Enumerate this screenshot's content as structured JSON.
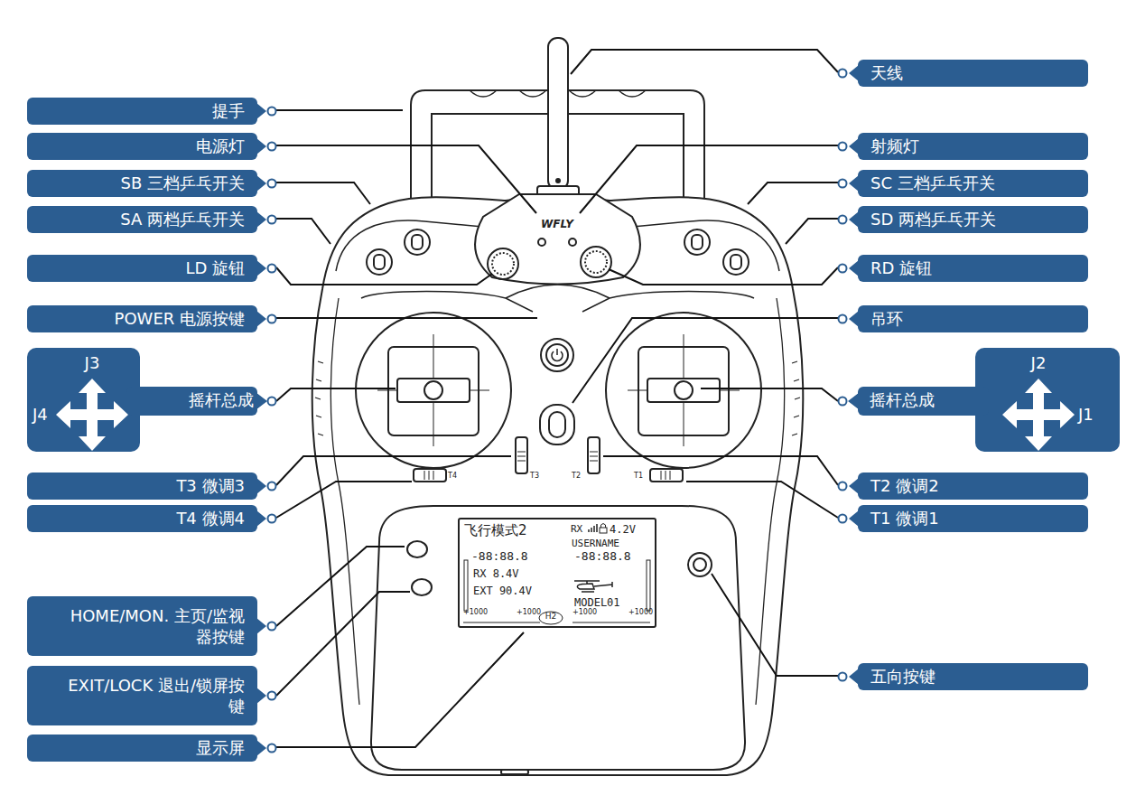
{
  "diagram": {
    "nodes": [
      {
        "text": [
          "天线"
        ]
      },
      {
        "text": [
          "提手"
        ]
      },
      {
        "text": [
          "电源灯"
        ]
      },
      {
        "text": [
          "射频灯"
        ]
      },
      {
        "text": [
          "SB 三档乒乓开关"
        ]
      },
      {
        "text": [
          "SC 三档乒乓开关"
        ]
      },
      {
        "text": [
          "SA 两档乒乓开关"
        ]
      },
      {
        "text": [
          "SD 两档乒乓开关"
        ]
      },
      {
        "text": [
          "LD 旋钮"
        ]
      },
      {
        "text": [
          "RD 旋钮"
        ]
      },
      {
        "text": [
          "POWER 电源按键"
        ]
      },
      {
        "text": [
          "吊环"
        ]
      },
      {
        "text": [
          "J3",
          "J4",
          "摇杆总成"
        ]
      },
      {
        "text": [
          "J2",
          "J1",
          "摇杆总成"
        ]
      },
      {
        "text": [
          "T3 微调3"
        ]
      },
      {
        "text": [
          "T2 微调2"
        ]
      },
      {
        "text": [
          "T4 微调4"
        ]
      },
      {
        "text": [
          "T1 微调1"
        ]
      },
      {
        "text": [
          "HOME/MON. 主页/监视器按键"
        ]
      },
      {
        "text": [
          "五向按键"
        ]
      },
      {
        "text": [
          "EXIT/LOCK 退出/锁屏按键"
        ]
      },
      {
        "text": [
          "显示屏"
        ]
      }
    ],
    "labels": [
      "WFLY",
      "T4",
      "T3",
      "T2",
      "T1",
      "飞行模式2",
      "RX",
      "4.2V",
      "USERNAME",
      "-88:88.8",
      "-88:88.8",
      "RX 8.4V",
      "EXT 90.4V",
      "MODEL01",
      "+1000",
      "+1000",
      "H2",
      "+1000",
      "+1000"
    ]
  }
}
